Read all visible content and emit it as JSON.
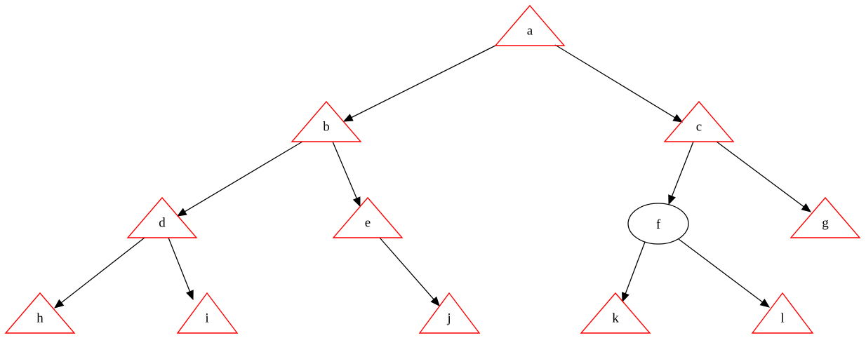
{
  "colors": {
    "triangle_stroke": "#ff0000",
    "ellipse_stroke": "#000000",
    "edge": "#000000",
    "label": "#000000"
  },
  "nodes": [
    {
      "id": "a",
      "label": "a",
      "shape": "triangle"
    },
    {
      "id": "b",
      "label": "b",
      "shape": "triangle"
    },
    {
      "id": "c",
      "label": "c",
      "shape": "triangle"
    },
    {
      "id": "d",
      "label": "d",
      "shape": "triangle"
    },
    {
      "id": "e",
      "label": "e",
      "shape": "triangle"
    },
    {
      "id": "f",
      "label": "f",
      "shape": "ellipse"
    },
    {
      "id": "g",
      "label": "g",
      "shape": "triangle"
    },
    {
      "id": "h",
      "label": "h",
      "shape": "triangle"
    },
    {
      "id": "i",
      "label": "i",
      "shape": "triangle"
    },
    {
      "id": "j",
      "label": "j",
      "shape": "triangle"
    },
    {
      "id": "k",
      "label": "k",
      "shape": "triangle"
    },
    {
      "id": "l",
      "label": "l",
      "shape": "triangle"
    }
  ],
  "edges": [
    {
      "from": "a",
      "to": "b"
    },
    {
      "from": "a",
      "to": "c"
    },
    {
      "from": "b",
      "to": "d"
    },
    {
      "from": "b",
      "to": "e"
    },
    {
      "from": "c",
      "to": "f"
    },
    {
      "from": "c",
      "to": "g"
    },
    {
      "from": "d",
      "to": "h"
    },
    {
      "from": "d",
      "to": "i"
    },
    {
      "from": "e",
      "to": "j"
    },
    {
      "from": "f",
      "to": "k"
    },
    {
      "from": "f",
      "to": "l"
    }
  ]
}
